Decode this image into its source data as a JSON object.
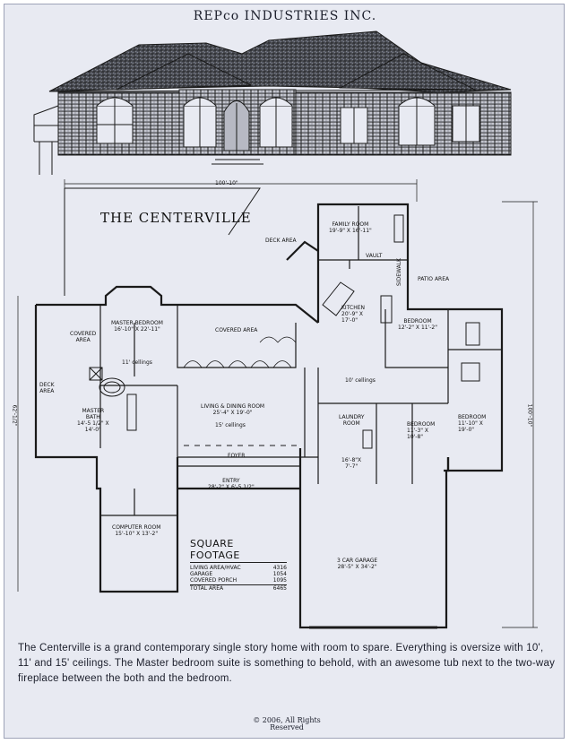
{
  "header": {
    "company": "REPco INDUSTRIES INC."
  },
  "plan": {
    "name": "THE CENTERVILLE"
  },
  "dimensions": {
    "top_width": "100'-10\"",
    "left_depth": "62'-1/2\"",
    "right_depth": "100'-10\""
  },
  "rooms": {
    "family_room": "FAMILY ROOM\n19'-9\" X 16'-11\"",
    "vault": "VAULT",
    "deck_top": "DECK AREA",
    "sidewalk": "SIDEWALK",
    "patio": "PATIO AREA",
    "master_bedroom": "MASTER BEDROOM\n16'-10\" X 22'-11\"",
    "covered_left": "COVERED\nAREA",
    "deck_left": "DECK\nAREA",
    "master_bath": "MASTER\nBATH\n14'-5 1/2\" X\n14'-0\"",
    "ceilings_11": "11' cellings",
    "covered_center": "COVERED AREA",
    "kitchen": "KITCHEN\n20'-9\" X\n17'-0\"",
    "bedroom_a": "BEDROOM\n12'-2\" X 11'-2\"",
    "ceilings_10": "10' cellings",
    "bedroom_b": "BEDROOM\n11'-10\" X\n19'-0\"",
    "living_dining": "LIVING & DINING ROOM\n25'-4\" X 19'-0\"",
    "ceilings_15": "15' cellings",
    "laundry": "LAUNDRY\nROOM",
    "bedroom_c": "BEDROOM\n11'-3\" X\n10'-8\"",
    "utility": "16'-8\"X\n7'-7\"",
    "foyer": "FOYER",
    "entry": "ENTRY\n28'-2\" X 6'-5 1/2\"",
    "computer_room": "COMPUTER ROOM\n15'-10\" X 13'-2\"",
    "garage": "3 CAR GARAGE\n28'-5\" X 34'-2\""
  },
  "square_footage": {
    "heading": "SQUARE FOOTAGE",
    "rows": [
      {
        "label": "LIVING AREA/HVAC",
        "value": "4316"
      },
      {
        "label": "GARAGE",
        "value": "1054"
      },
      {
        "label": "COVERED PORCH",
        "value": "1095"
      }
    ],
    "total": {
      "label": "TOTAL AREA",
      "value": "6465"
    }
  },
  "description": "The Centerville is a grand contemporary single story home with room to spare. Everything is oversize with 10', 11' and 15' ceilings. The Master bedroom suite is something to behold, with an awesome tub next to the two-way fireplace between the both and the bedroom.",
  "copyright": "© 2006, All Rights\nReserved"
}
